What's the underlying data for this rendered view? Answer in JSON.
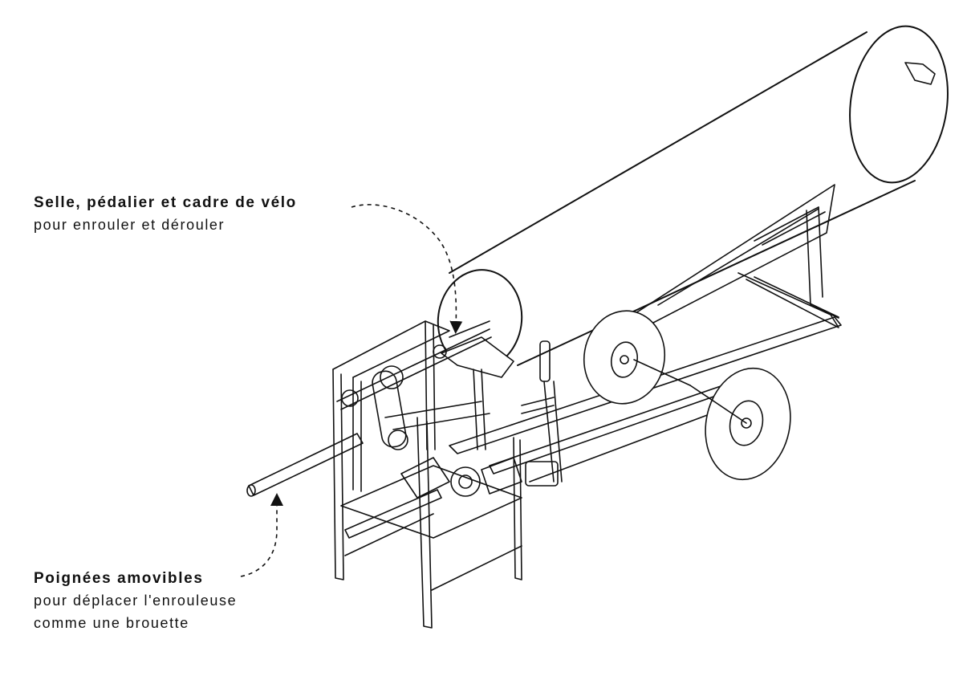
{
  "callouts": {
    "saddle": {
      "title": "Selle, pédalier et cadre de vélo",
      "lines": [
        "pour enrouler et dérouler"
      ]
    },
    "handles": {
      "title": "Poignées amovibles",
      "lines": [
        "pour déplacer l'enrouleuse",
        "comme une brouette"
      ]
    }
  },
  "colors": {
    "line": "#111111",
    "background": "#ffffff",
    "shade": "#cfcfcf"
  }
}
